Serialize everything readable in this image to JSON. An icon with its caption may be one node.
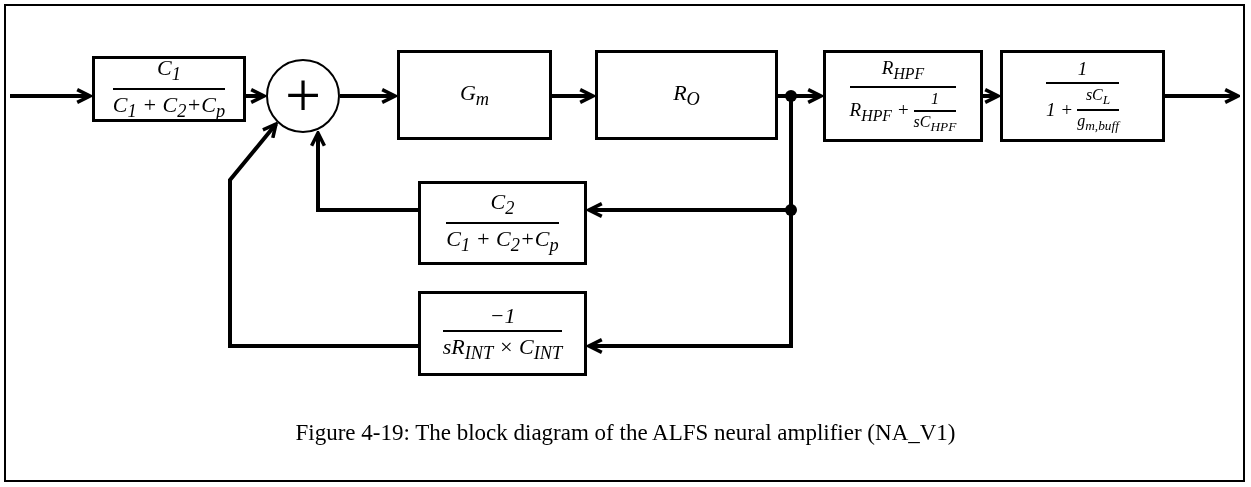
{
  "diagram": {
    "caption": "Figure 4-19: The block diagram of the ALFS neural amplifier (NA_V1)",
    "nodes": [
      {
        "text": [
          "C$_{1}$",
          "C$_{1}$ + C$_{2}$+C$_{p}$"
        ]
      },
      {
        "text": [
          "+"
        ]
      },
      {
        "text": [
          "G$_{m}$"
        ]
      },
      {
        "text": [
          "R$_{O}$"
        ]
      },
      {
        "text": [
          "R$_{HPF}$",
          "R$_{HPF}$ +",
          "1",
          "sC$_{HPF}$"
        ]
      },
      {
        "text": [
          "1",
          "1 +",
          "sC$_{L}$",
          "g$_{m,buff}$"
        ]
      },
      {
        "text": [
          "C$_{2}$",
          "C$_{1}$ + C$_{2}$+C$_{p}$"
        ]
      },
      {
        "text": [
          "−1",
          "sR$_{INT}$ × C$_{INT}$"
        ]
      }
    ],
    "edges": [
      {
        "from": null,
        "to": 0,
        "arrow": "to"
      },
      {
        "from": 0,
        "to": 1,
        "arrow": "to"
      },
      {
        "from": 1,
        "to": 2,
        "arrow": "to"
      },
      {
        "from": 2,
        "to": 3,
        "arrow": "to"
      },
      {
        "from": 3,
        "to": 4,
        "arrow": "to"
      },
      {
        "from": 4,
        "to": 5,
        "arrow": "to"
      },
      {
        "from": 5,
        "to": null,
        "arrow": "to"
      },
      {
        "from": 3,
        "to": 6,
        "arrow": "to"
      },
      {
        "from": 6,
        "to": 1,
        "arrow": "to"
      },
      {
        "from": 3,
        "to": 7,
        "arrow": "to"
      },
      {
        "from": 7,
        "to": 1,
        "arrow": "to"
      }
    ]
  }
}
